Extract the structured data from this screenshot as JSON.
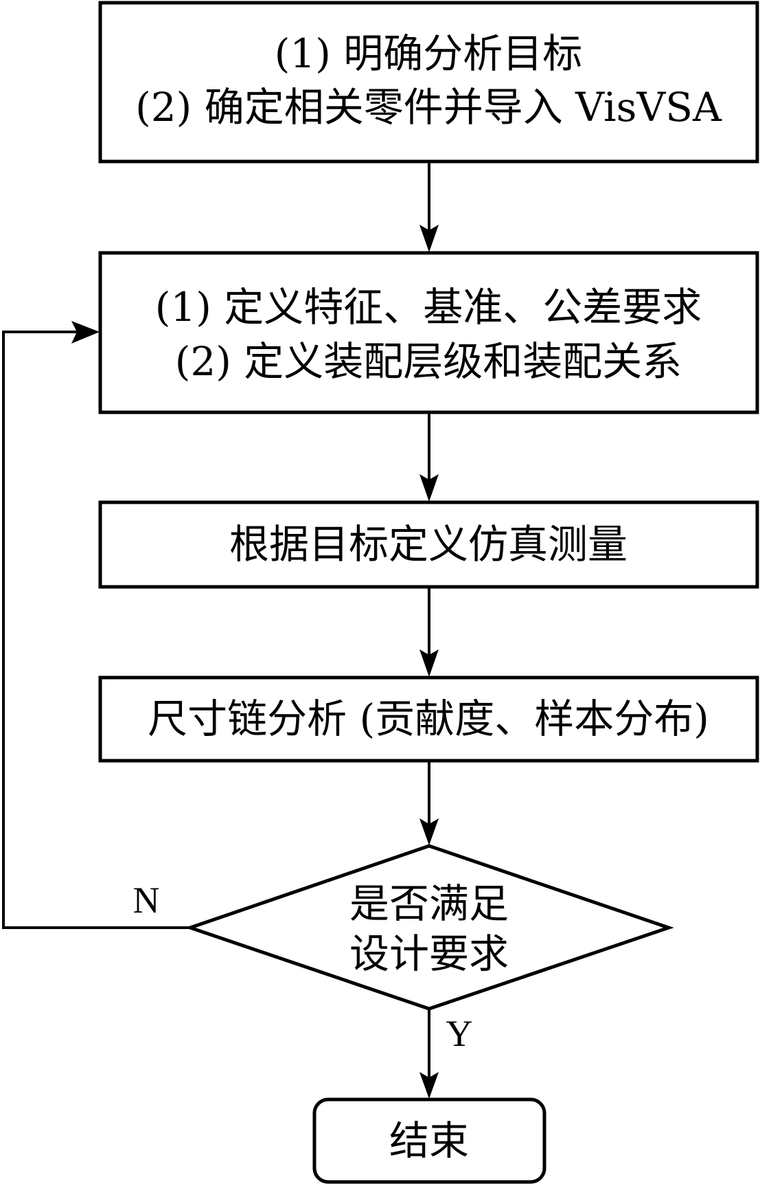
{
  "diagram": {
    "type": "flowchart",
    "nodes": [
      {
        "id": "step1",
        "shape": "rect",
        "lines": [
          "(1)  明确分析目标",
          "(2)  确定相关零件并导入 VisVSA"
        ]
      },
      {
        "id": "step2",
        "shape": "rect",
        "lines": [
          "(1)  定义特征、基准、公差要求",
          "(2)  定义装配层级和装配关系"
        ]
      },
      {
        "id": "step3",
        "shape": "rect",
        "lines": [
          "根据目标定义仿真测量"
        ]
      },
      {
        "id": "step4",
        "shape": "rect",
        "lines": [
          "尺寸链分析 (贡献度、样本分布)"
        ]
      },
      {
        "id": "decision",
        "shape": "diamond",
        "lines": [
          "是否满足",
          "设计要求"
        ]
      },
      {
        "id": "end",
        "shape": "rounded-rect",
        "lines": [
          "结束"
        ]
      }
    ],
    "edges": [
      {
        "from": "step1",
        "to": "step2",
        "label": ""
      },
      {
        "from": "step2",
        "to": "step3",
        "label": ""
      },
      {
        "from": "step3",
        "to": "step4",
        "label": ""
      },
      {
        "from": "step4",
        "to": "decision",
        "label": ""
      },
      {
        "from": "decision",
        "to": "step2",
        "label": "N"
      },
      {
        "from": "decision",
        "to": "end",
        "label": "Y"
      }
    ]
  }
}
